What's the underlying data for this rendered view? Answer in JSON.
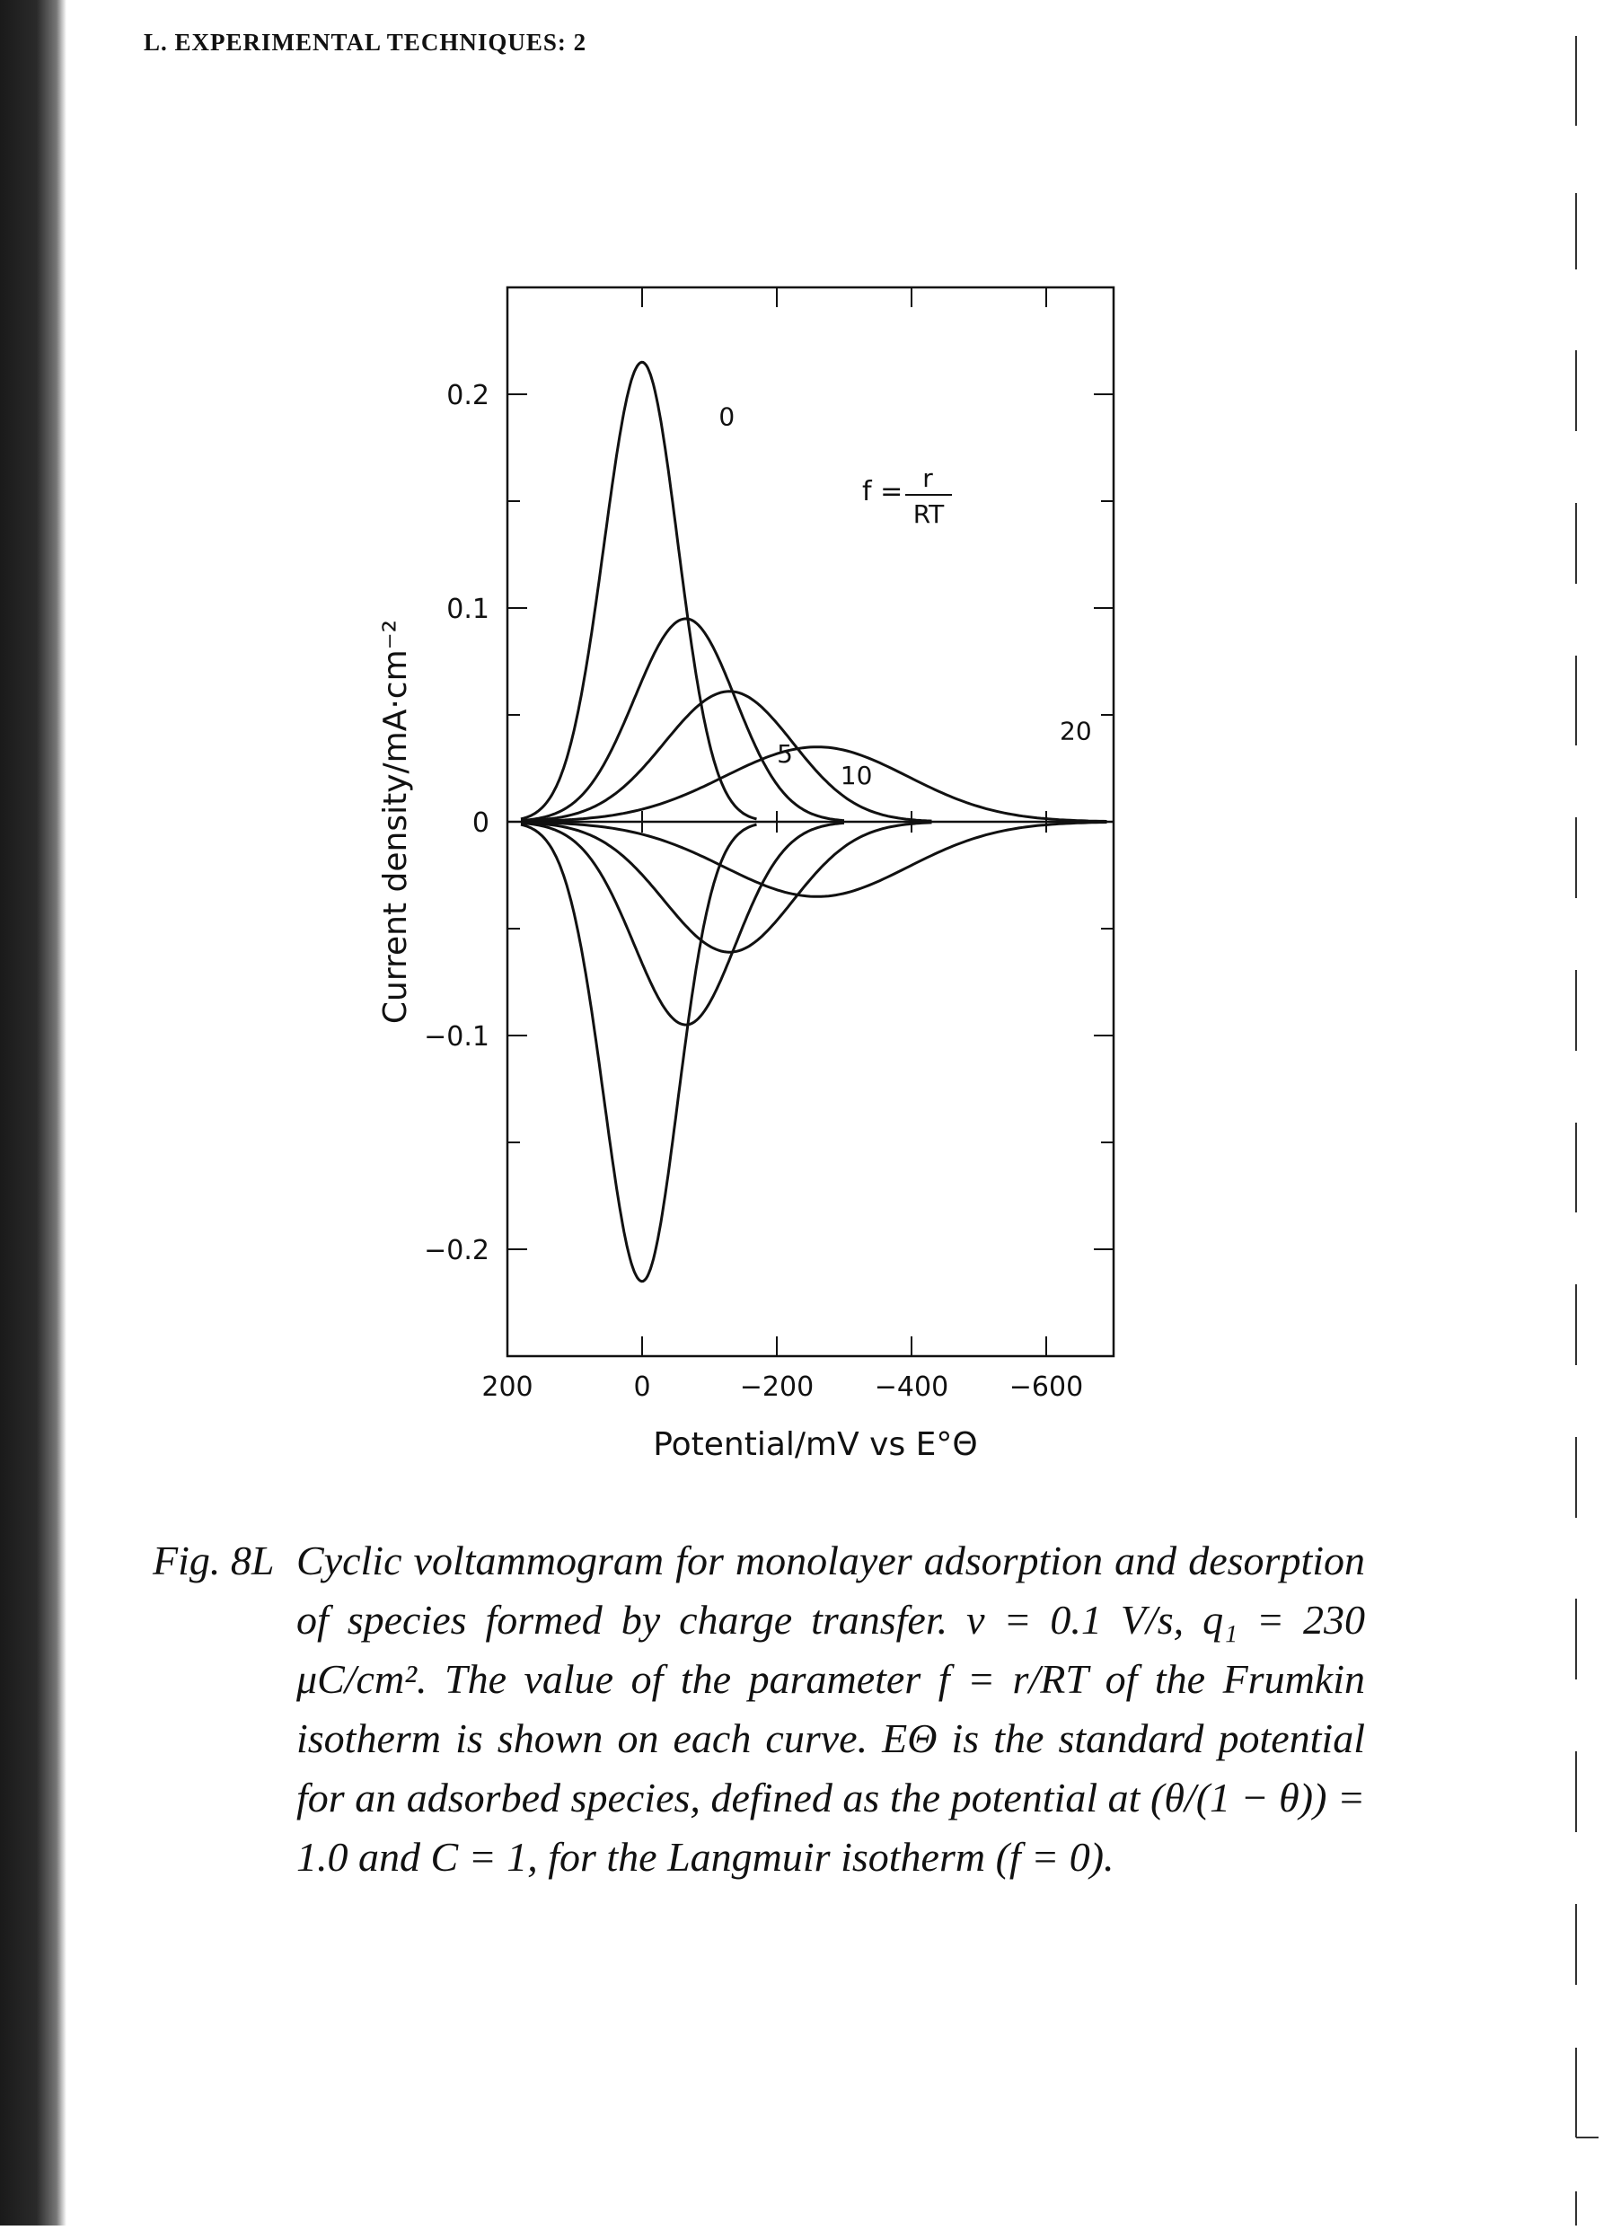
{
  "running_head": "L. EXPERIMENTAL TECHNIQUES: 2",
  "chart_data": {
    "type": "line",
    "xlabel": "Potential/mV vs E°Θ",
    "ylabel": "Current density/mA·cm⁻²",
    "xlim": [
      200,
      -700
    ],
    "ylim": [
      -0.25,
      0.25
    ],
    "x_ticks": [
      200,
      0,
      -200,
      -400,
      -600
    ],
    "x_tick_labels": [
      "200",
      "0",
      "−200",
      "−400",
      "−600"
    ],
    "y_ticks": [
      0.2,
      0.1,
      0,
      -0.1,
      -0.2
    ],
    "y_tick_labels": [
      "0.2",
      "0.1",
      "0",
      "−0.1",
      "−0.2"
    ],
    "annotation": "f = r/RT",
    "grid": false,
    "series": [
      {
        "name": "0",
        "peak_x": 0,
        "peak_y": 0.215,
        "start_x": 180,
        "end_x": -170
      },
      {
        "name": "5",
        "peak_x": -65,
        "peak_y": 0.095,
        "start_x": 180,
        "end_x": -300
      },
      {
        "name": "10",
        "peak_x": -130,
        "peak_y": 0.061,
        "start_x": 180,
        "end_x": -430
      },
      {
        "name": "20",
        "peak_x": -260,
        "peak_y": 0.035,
        "start_x": 180,
        "end_x": -690
      }
    ]
  },
  "caption": {
    "label": "Fig. 8L",
    "text": "Cyclic voltammogram for monolayer adsorption and desorption of species formed by charge transfer. v = 0.1 V/s, q₁ = 230 μC/cm². The value of the parameter f = r/RT of the Frumkin isotherm is shown on each curve. EΘ is the standard potential for an adsorbed species, defined as the potential at (θ/(1 − θ)) = 1.0 and C = 1, for the Langmuir isotherm (f = 0)."
  }
}
